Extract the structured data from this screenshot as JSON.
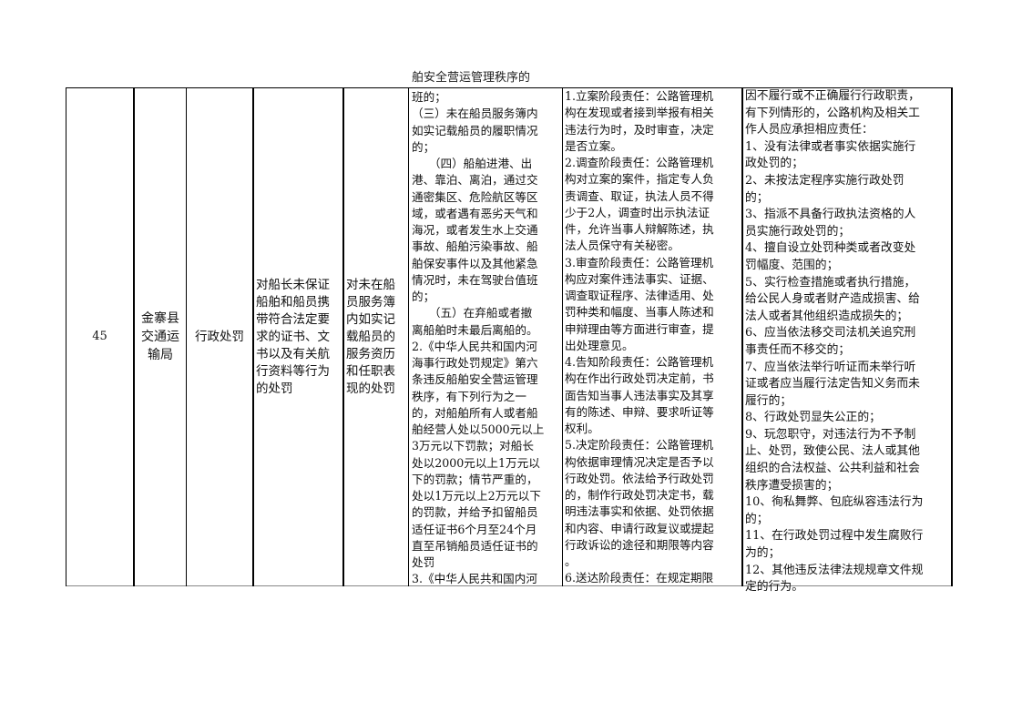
{
  "row": {
    "seq": "45",
    "dept": "金寨县\n交通运\n输局",
    "category": "行政处罚",
    "item_name": "对船长未保证\n船舶和船员携\n带符合法定要\n求的证书、文\n书以及有关航\n行资料等行为\n的处罚",
    "sub_item": "对未在船\n员服务簿\n内如实记\n载船员的\n服务资历\n和任职表\n现的处罚",
    "basis_text": "班的；\n（三）未在船员服务簿内\n如实记载船员的履职情况\n的；\n　　（四）船舶进港、出\n港、靠泊、离泊，通过交\n通密集区、危险航区等区\n域，或者遇有恶劣天气和\n海况，或者发生水上交通\n事故、船舶污染事故、船\n舶保安事件以及其他紧急\n情况时，未在驾驶台值班\n的；\n　　（五）在弃船或者撤\n离船舶时未最后离船的。\n2.《中华人民共和国内河\n海事行政处罚规定》第六\n条违反船舶安全营运管理\n秩序，有下列行为之一\n的，对船舶所有人或者船\n舶经营人处以5000元以上\n3万元以下罚款；对船长\n处以2000元以上1万元以\n下的罚款；情节严重的，\n处以1万元以上2万元以下\n的罚款，并给予扣留船员\n适任证书6个月至24个月\n直至吊销船员适任证书的\n处罚\n3.《中华人民共和国内河",
    "duty_text": "1.立案阶段责任：公路管理机\n构在发现或者接到举报有相关\n违法行为时，及时审查，决定\n是否立案。\n2.调查阶段责任：公路管理机\n构对立案的案件，指定专人负\n责调查、取证，执法人员不得\n少于2人，调查时出示执法证\n件，允许当事人辩解陈述，执\n法人员保守有关秘密。\n3.审查阶段责任：公路管理机\n构应对案件违法事实、证据、\n调查取证程序、法律适用、处\n罚种类和幅度、当事人陈述和\n申辩理由等方面进行审查，提\n出处理意见。\n4.告知阶段责任：公路管理机\n构在作出行政处罚决定前，书\n面告知当事人违法事实及其享\n有的陈述、申辩、要求听证等\n权利。\n5.决定阶段责任：公路管理机\n构依据审理情况决定是否予以\n行政处罚。依法给予行政处罚\n的，制作行政处罚决定书，载\n明违法事实和依据、处罚依据\n和内容、申请行政复议或提起\n行政诉讼的途径和期限等内容\n。\n6.送达阶段责任：在规定期限",
    "liability_text": "因不履行或不正确履行行政职责，\n有下列情形的，公路机构及相关工\n作人员应承担相应责任：\n1、没有法律或者事实依据实施行\n政处罚的；\n2、未按法定程序实施行政处罚\n的；\n3、指派不具备行政执法资格的人\n员实施行政处罚的；\n4、擅自设立处罚种类或者改变处\n罚幅度、范围的；\n5、实行检查措施或者执行措施，\n给公民人身或者财产造成损害、给\n法人或者其他组织造成损失的；\n6、应当依法移交司法机关追究刑\n事责任而不移交的；\n7、应当依法举行听证而未举行听\n证或者应当履行法定告知义务而未\n履行的；\n8、行政处罚显失公正的；\n9、玩忽职守，对违法行为不予制\n止、处罚，致使公民、法人或其他\n组织的合法权益、公共利益和社会\n秩序遭受损害的；\n10、徇私舞弊、包庇纵容违法行为\n的；\n11、在行政处罚过程中发生腐败行\n为的；\n12、其他违反法律法规规章文件规\n定的行为。"
  }
}
